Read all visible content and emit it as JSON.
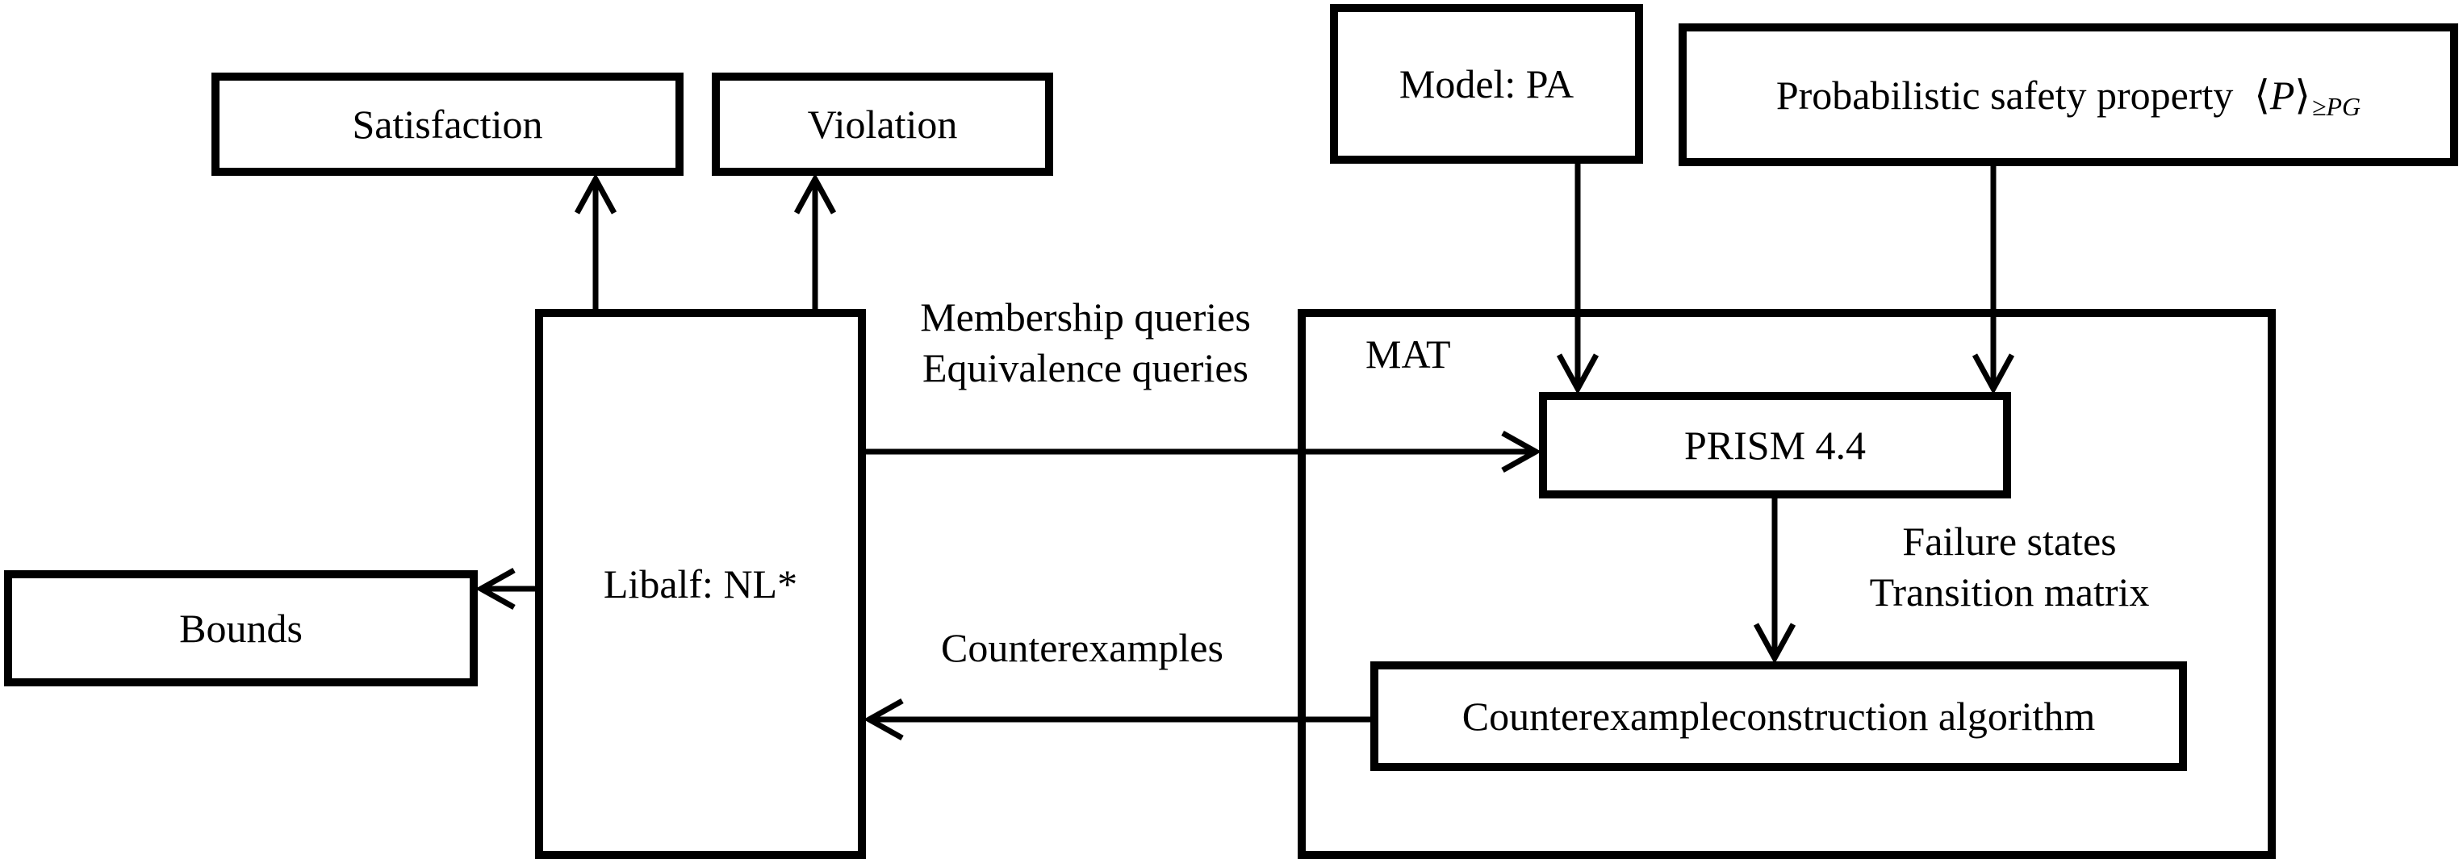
{
  "nodes": {
    "satisfaction": "Satisfaction",
    "violation": "Violation",
    "model": "Model: PA",
    "property": {
      "prefix": "Probabilistic safety property",
      "lang": "⟨",
      "symbol": "P",
      "rang": "⟩",
      "subscript": "≥PG"
    },
    "libalf": "Libalf: NL*",
    "bounds": "Bounds",
    "prism": "PRISM 4.4",
    "cex_algo": "Counterexampleconstruction algorithm"
  },
  "container": {
    "label": "MAT"
  },
  "edge_labels": {
    "queries": [
      "Membership queries",
      "Equivalence queries"
    ],
    "failure": [
      "Failure states",
      "Transition matrix"
    ],
    "counterexamples": "Counterexamples"
  }
}
